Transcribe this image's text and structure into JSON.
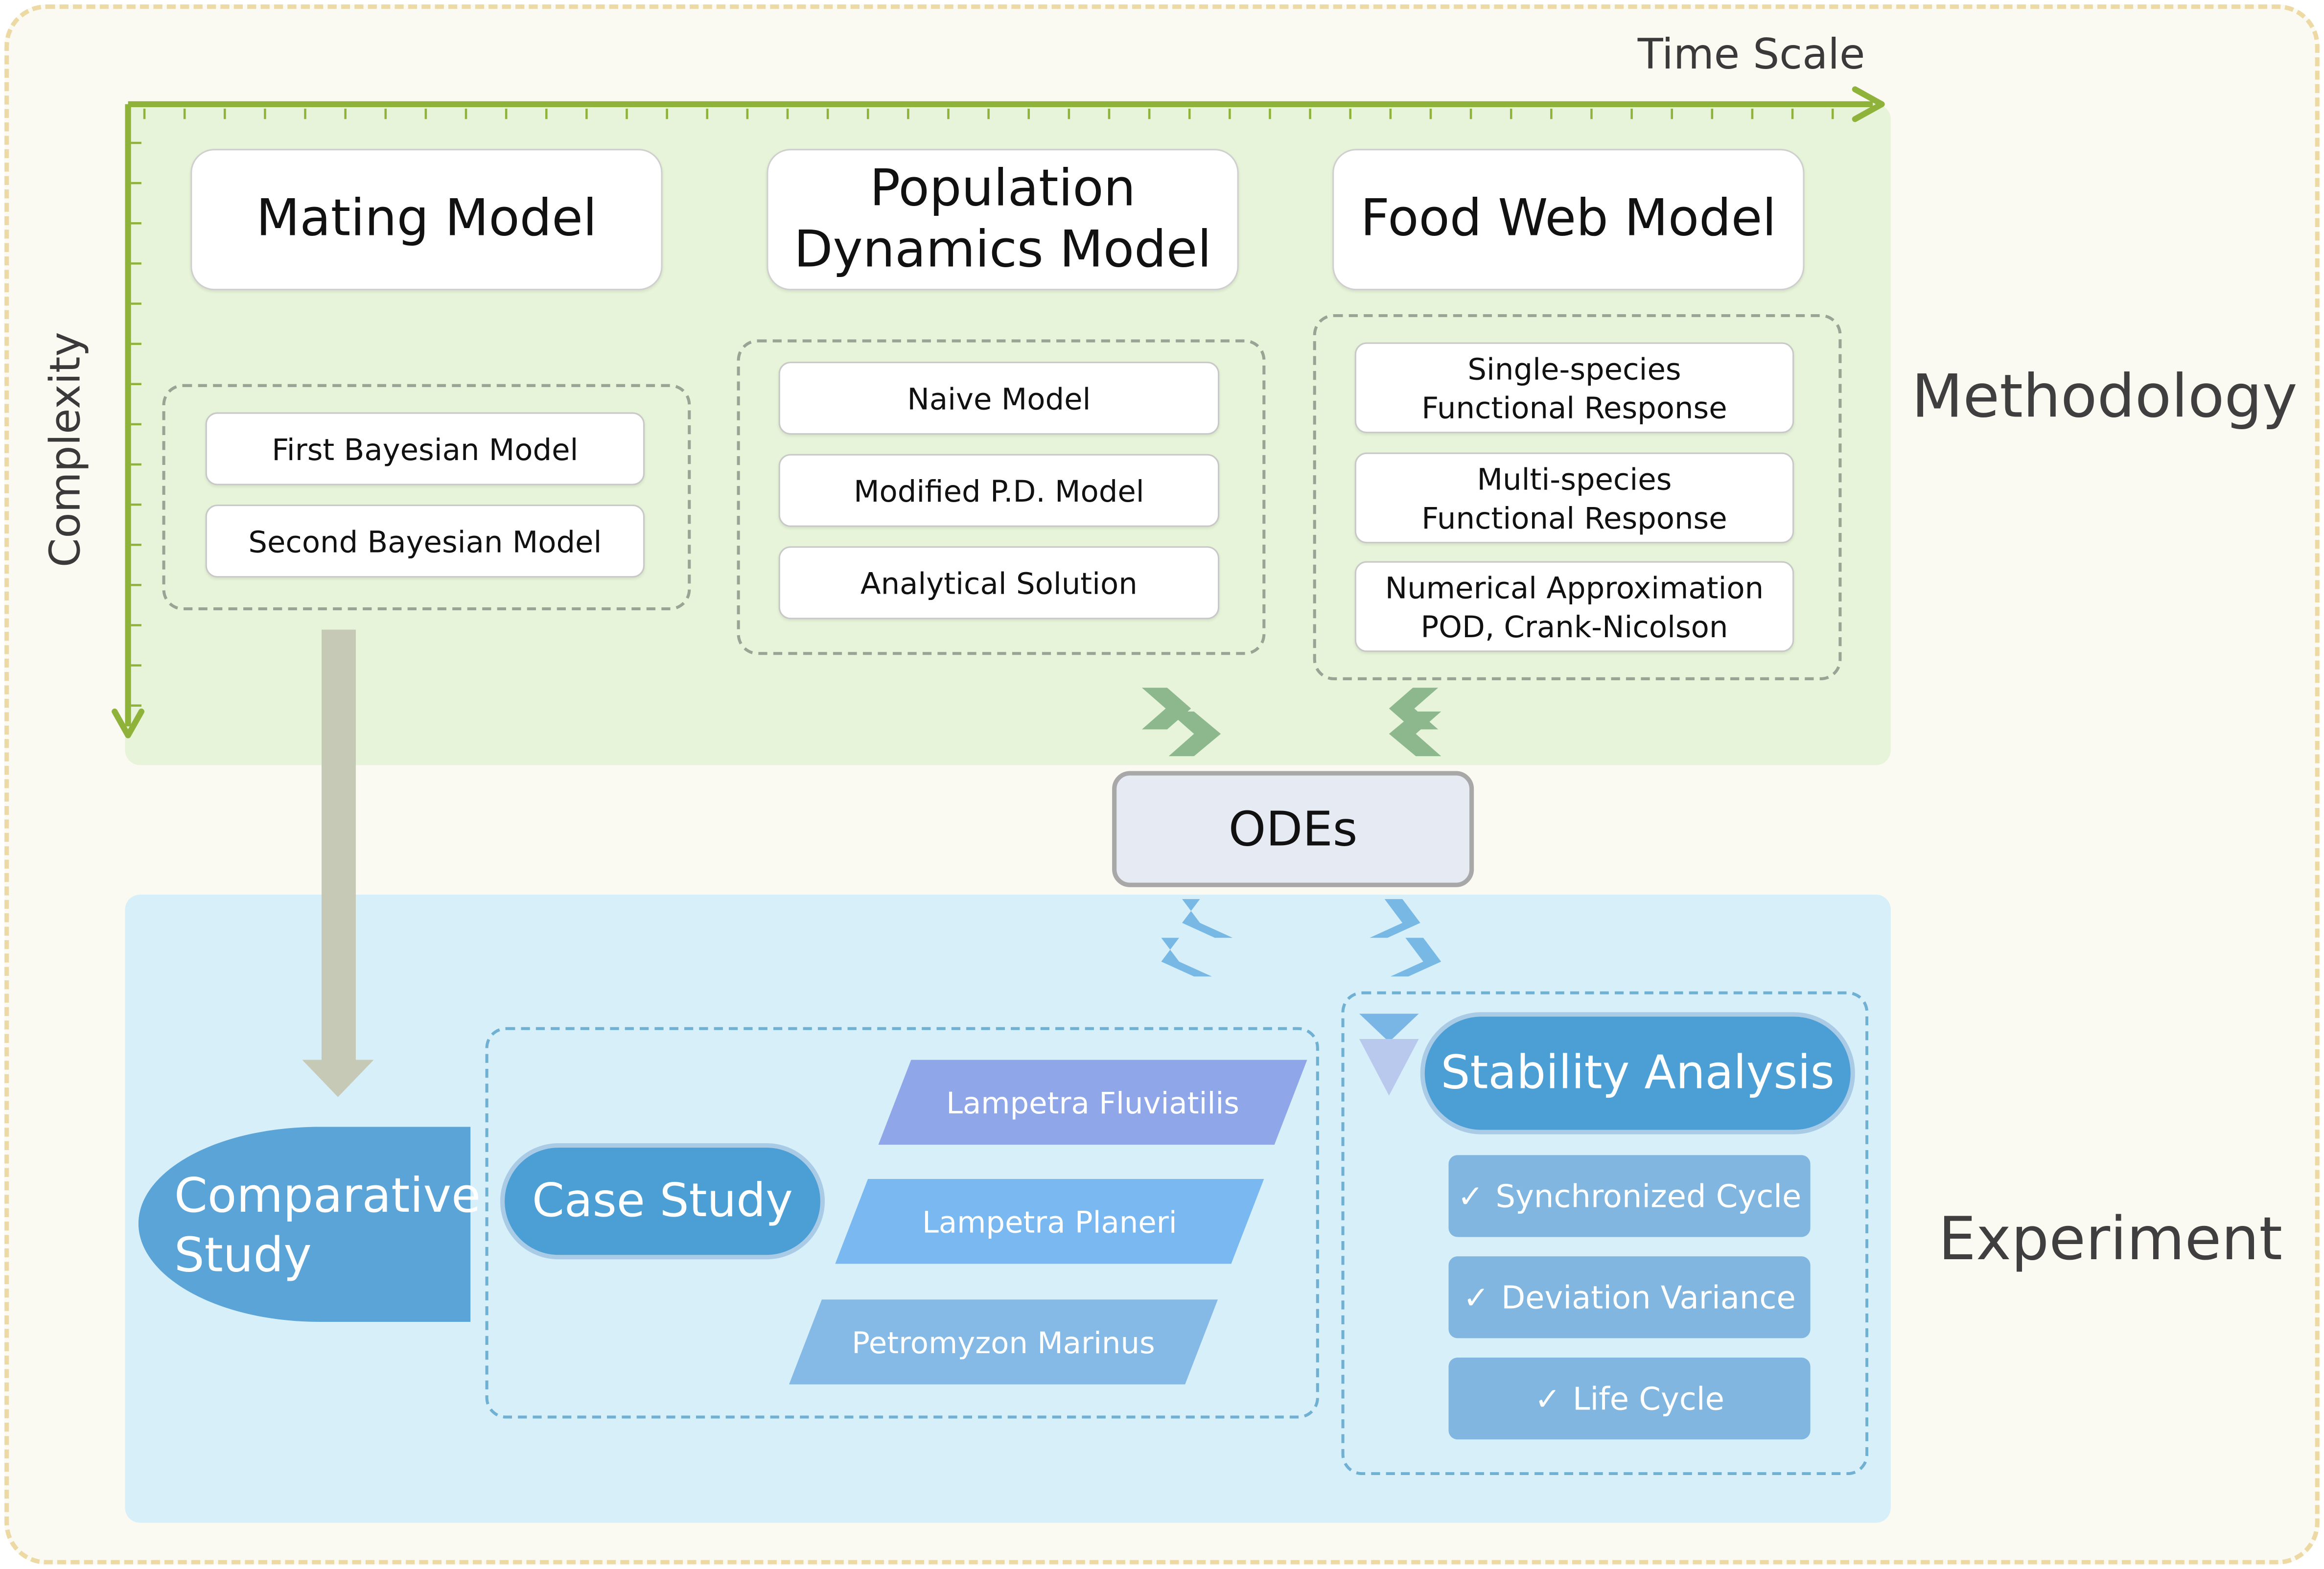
{
  "axes": {
    "time_scale": "Time Scale",
    "complexity": "Complexity"
  },
  "sections": {
    "methodology": "Methodology",
    "experiment": "Experiment"
  },
  "models": {
    "mating": {
      "title": "Mating Model",
      "items": [
        "First Bayesian Model",
        "Second Bayesian Model"
      ]
    },
    "population": {
      "title_line1": "Population",
      "title_line2": "Dynamics Model",
      "items": [
        "Naive Model",
        "Modified P.D. Model",
        "Analytical Solution"
      ]
    },
    "food_web": {
      "title": "Food Web Model",
      "items": [
        {
          "line1": "Single-species",
          "line2": "Functional Response"
        },
        {
          "line1": "Multi-species",
          "line2": "Functional Response"
        },
        {
          "line1": "Numerical Approximation",
          "line2": "POD, Crank-Nicolson"
        }
      ]
    }
  },
  "odes": "ODEs",
  "experiment": {
    "comparative_line1": "Comparative",
    "comparative_line2": "Study",
    "case_study": "Case Study",
    "species": [
      "Lampetra Fluviatilis",
      "Lampetra Planeri",
      "Petromyzon Marinus"
    ],
    "stability": "Stability Analysis",
    "checks": [
      "Synchronized Cycle",
      "Deviation Variance",
      "Life Cycle"
    ],
    "check_mark": "✓"
  },
  "colors": {
    "axis_green": "#8fb33a",
    "methodology_bg": "#e7f4d9",
    "experiment_bg": "#d7eff9",
    "outer_border": "#ecd9a3",
    "pill_blue": "#4b9fd5",
    "species_purple": "#8fa6e8",
    "species_blue": "#79b8f0",
    "species_lightblue": "#85b9e6",
    "check_box": "#80b6e0",
    "grey_arrow": "#c6c9b5",
    "green_chevron": "#8db88d",
    "blue_chevron": "#78b8e4"
  }
}
